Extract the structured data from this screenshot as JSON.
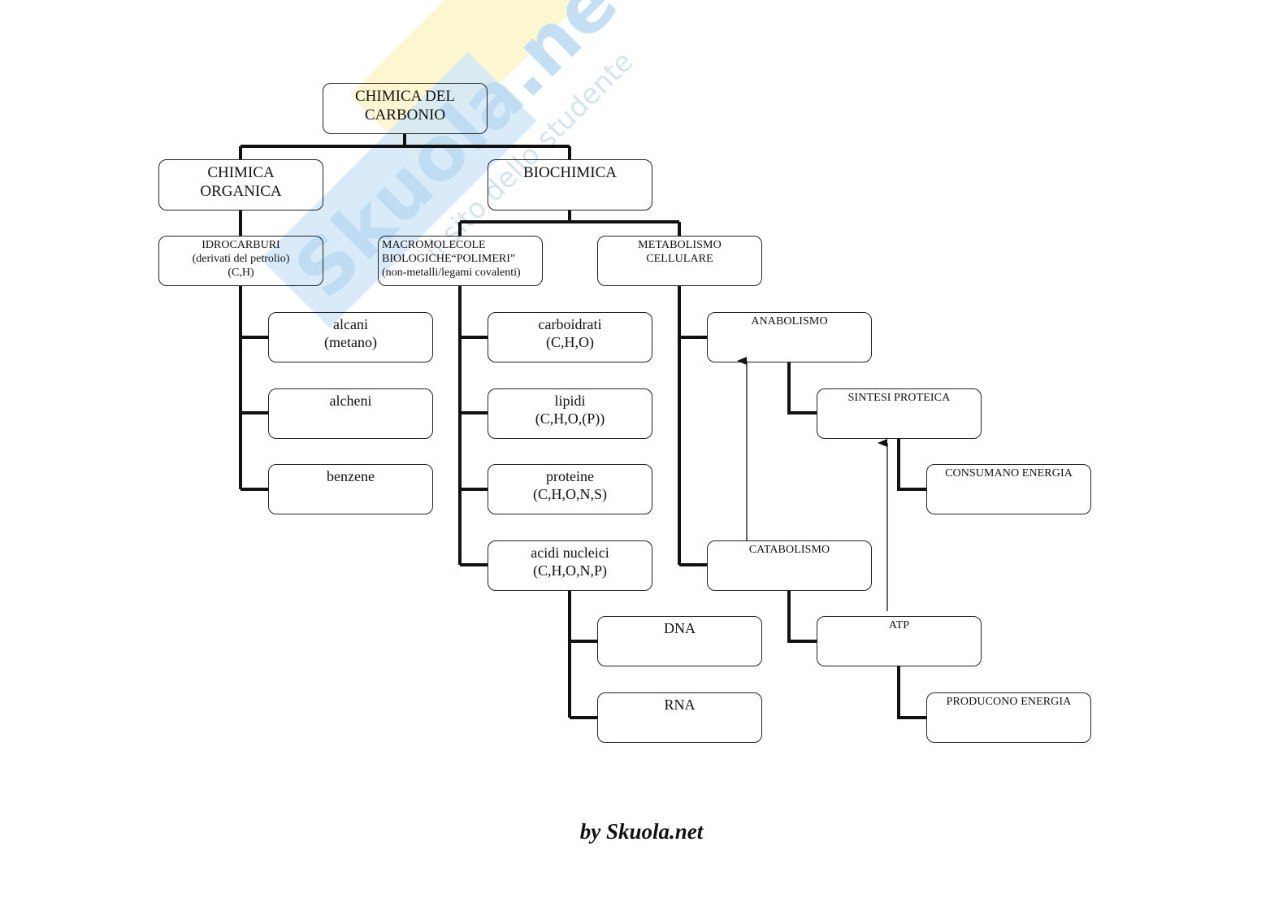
{
  "watermark": {
    "brand": "Skuola.net",
    "tagline": "il sito dello studente",
    "colors": {
      "blue": "#cfe6f7",
      "yellow": "#fbf6c9"
    }
  },
  "diagram": {
    "title_node": "CHIMICA DEL\nCARBONIO",
    "branches": {
      "organica": {
        "label": "CHIMICA\nORGANICA",
        "child": "IDROCARBURI\n(derivati del petrolio)\n(C,H)",
        "items": [
          "alcani\n(metano)",
          "alcheni",
          "benzene"
        ]
      },
      "biochimica": {
        "label": "BIOCHIMICA",
        "macromolecole": {
          "label": "MACROMOLECOLE\nBIOLOGICHE“POLIMERI”\n(non-metalli/legami covalenti)",
          "items": [
            "carboidrati\n(C,H,O)",
            "lipidi\n(C,H,O,(P))",
            "proteine\n(C,H,O,N,S)",
            "acidi nucleici\n(C,H,O,N,P)"
          ],
          "nucleic_children": [
            "DNA",
            "RNA"
          ]
        },
        "metabolismo": {
          "label": "METABOLISMO\nCELLULARE",
          "anabolismo": "ANABOLISMO",
          "sintesi": "SINTESI PROTEICA",
          "consumano": "CONSUMANO ENERGIA",
          "catabolismo": "CATABOLISMO",
          "atp": "ATP",
          "producono": "PRODUCONO ENERGIA"
        }
      }
    },
    "arrows": [
      {
        "from": "CATABOLISMO",
        "to": "ANABOLISMO"
      },
      {
        "from": "ATP",
        "to": "SINTESI PROTEICA"
      }
    ]
  },
  "footer": {
    "text": "by Skuola.net"
  }
}
